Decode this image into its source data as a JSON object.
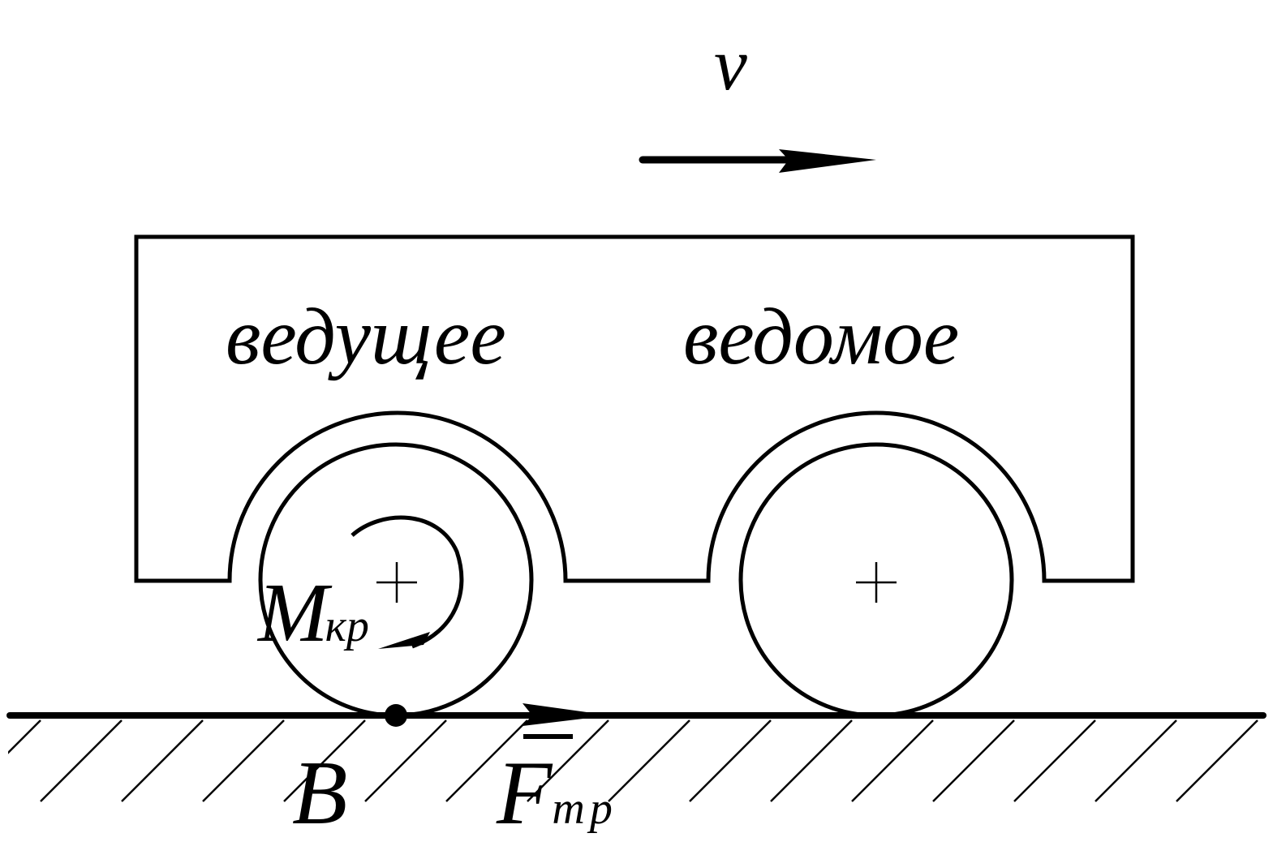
{
  "labels": {
    "velocity": "v",
    "driving_wheel": "ведущее",
    "driven_wheel": "ведомое",
    "torque_main": "M",
    "torque_sub": "кр",
    "contact_point": "B",
    "friction_main": "F",
    "friction_sub": "тр"
  },
  "colors": {
    "ink": "#000000",
    "background": "#ffffff"
  }
}
